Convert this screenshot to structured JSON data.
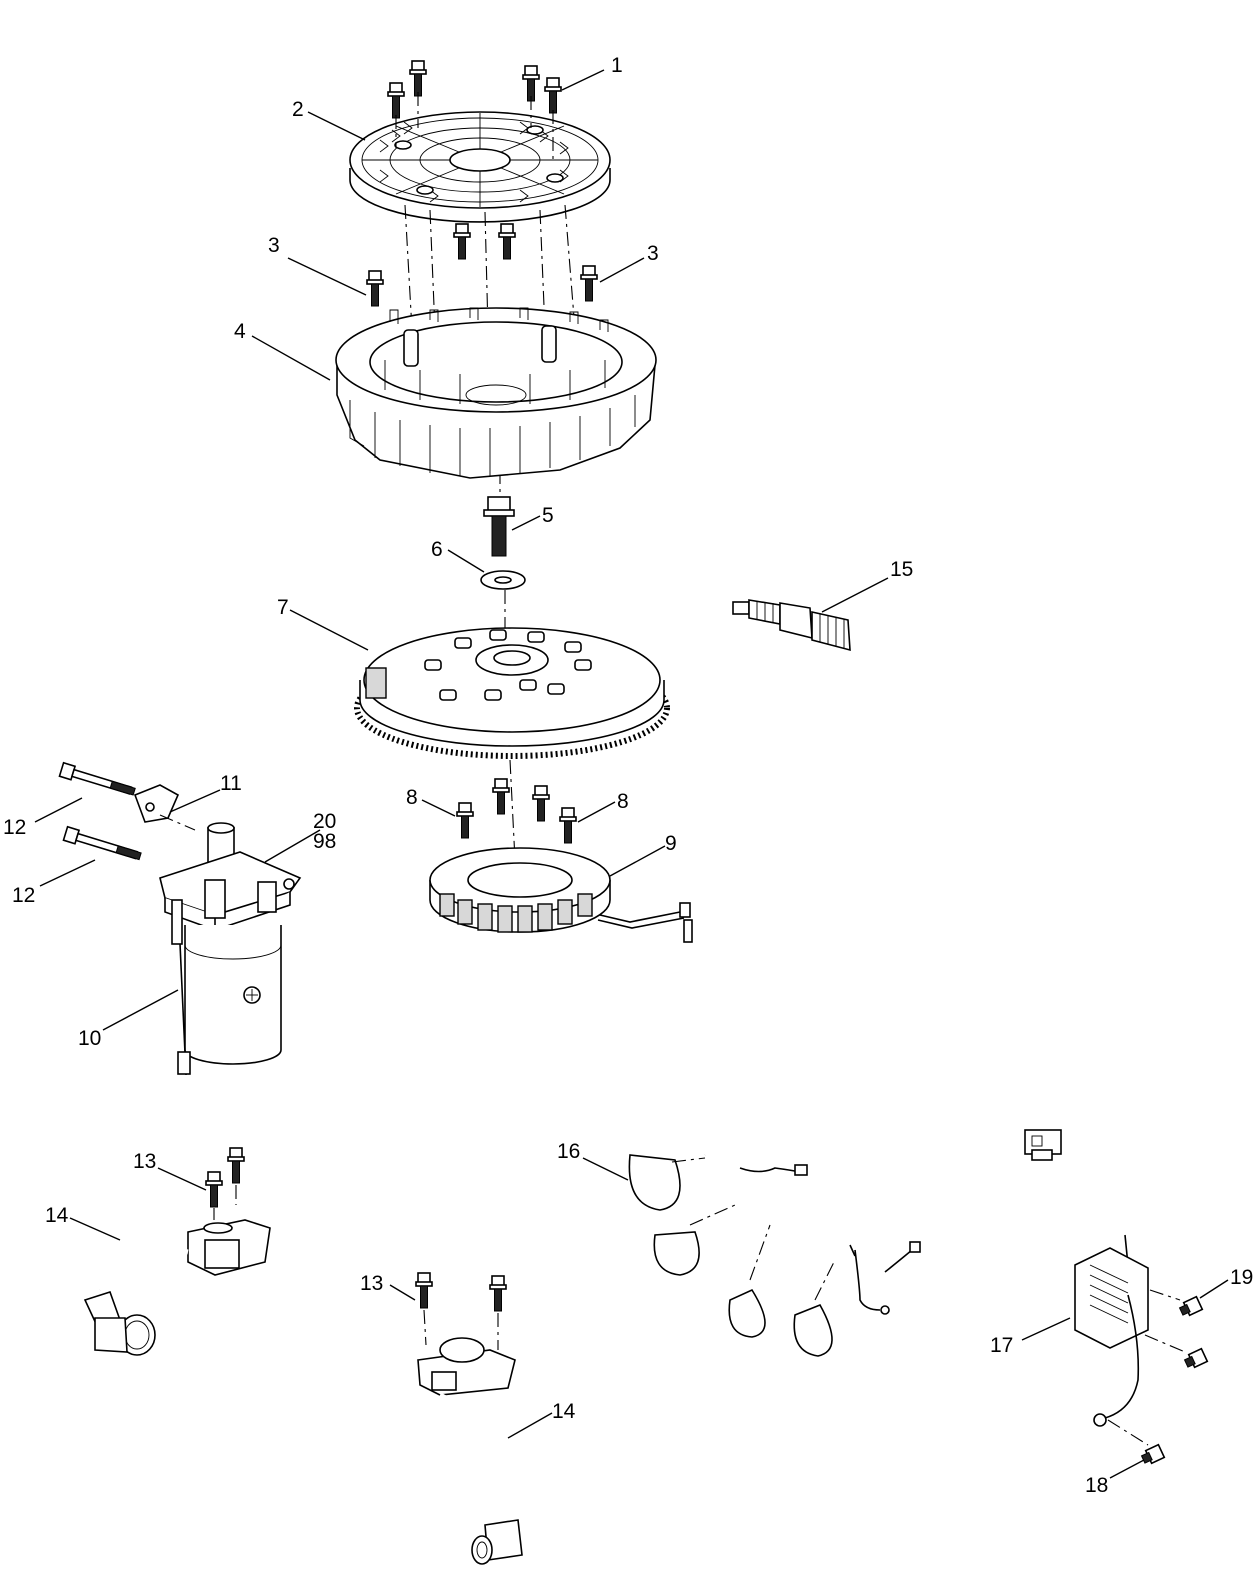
{
  "callouts": [
    {
      "label": "1"
    },
    {
      "label": "2"
    },
    {
      "label": "3"
    },
    {
      "label": "3"
    },
    {
      "label": "4"
    },
    {
      "label": "5"
    },
    {
      "label": "6"
    },
    {
      "label": "7"
    },
    {
      "label": "15"
    },
    {
      "label": "11"
    },
    {
      "label": "12"
    },
    {
      "label": "20"
    },
    {
      "label": "98"
    },
    {
      "label": "12"
    },
    {
      "label": "8"
    },
    {
      "label": "8"
    },
    {
      "label": "9"
    },
    {
      "label": "10"
    },
    {
      "label": "13"
    },
    {
      "label": "14"
    },
    {
      "label": "16"
    },
    {
      "label": "13"
    },
    {
      "label": "14"
    },
    {
      "label": "19"
    },
    {
      "label": "17"
    },
    {
      "label": "18"
    }
  ]
}
